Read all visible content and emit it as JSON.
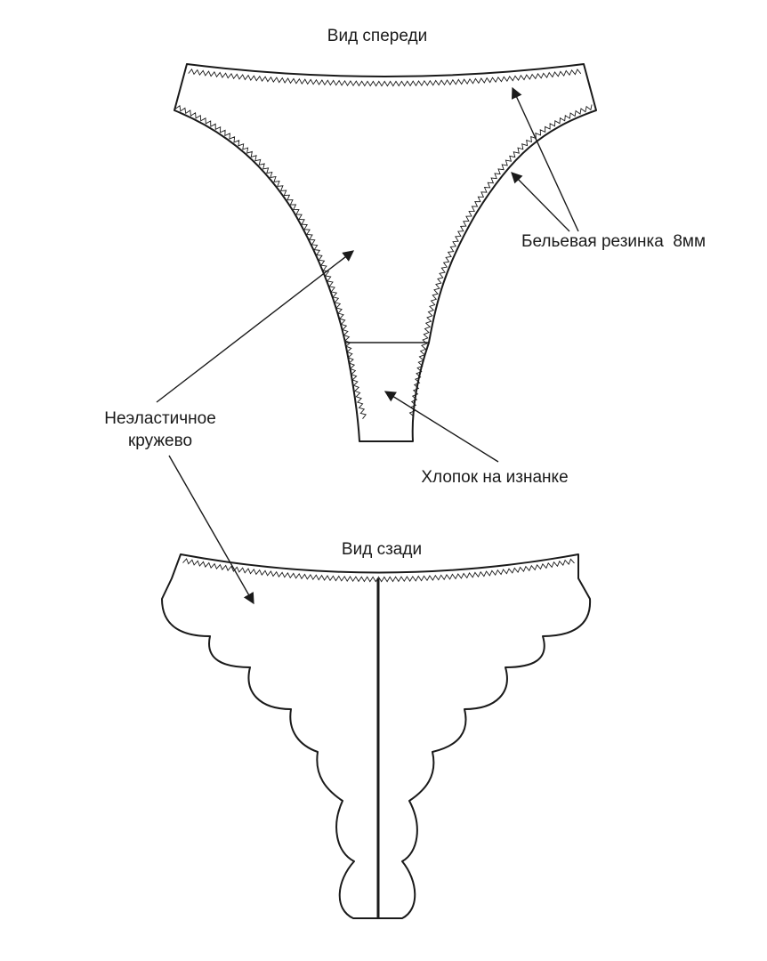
{
  "front_view": {
    "title": "Вид спереди"
  },
  "back_view": {
    "title": "Вид сзади"
  },
  "callouts": {
    "elastic": "Бельевая резинка  8мм",
    "lace_line1": "Неэластичное",
    "lace_line2": "кружево",
    "cotton": "Хлопок на изнанке"
  },
  "colors": {
    "line": "#1a1a1a",
    "background": "#ffffff"
  }
}
